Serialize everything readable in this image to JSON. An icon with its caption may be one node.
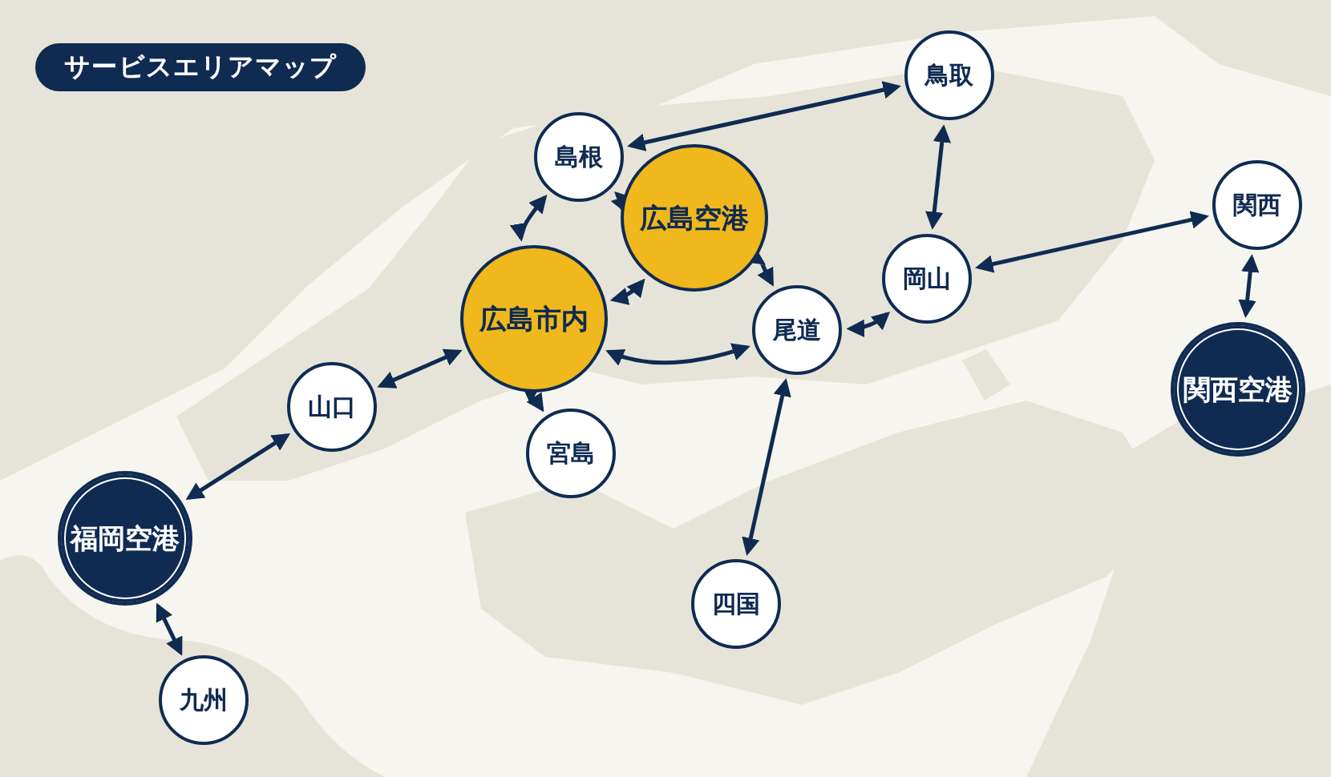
{
  "diagram": {
    "title": "サービスエリアマップ",
    "nodes": [
      {
        "text": [
          "島根"
        ]
      },
      {
        "text": [
          "広島空港"
        ]
      },
      {
        "text": [
          "鳥取"
        ]
      },
      {
        "text": [
          "関西"
        ]
      },
      {
        "text": [
          "岡山"
        ]
      },
      {
        "text": [
          "広島市内"
        ]
      },
      {
        "text": [
          "尾道"
        ]
      },
      {
        "text": [
          "関西空港"
        ]
      },
      {
        "text": [
          "山口"
        ]
      },
      {
        "text": [
          "宮島"
        ]
      },
      {
        "text": [
          "福岡空港"
        ]
      },
      {
        "text": [
          "四国"
        ]
      },
      {
        "text": [
          "九州"
        ]
      }
    ],
    "edges": [
      {
        "from": 0,
        "to": 2,
        "arrow": "both"
      },
      {
        "from": 0,
        "to": 5,
        "arrow": "both"
      },
      {
        "from": 0,
        "to": 1,
        "arrow": "both"
      },
      {
        "from": 1,
        "to": 6,
        "arrow": "both"
      },
      {
        "from": 5,
        "to": 1,
        "arrow": "both"
      },
      {
        "from": 5,
        "to": 6,
        "arrow": "both"
      },
      {
        "from": 2,
        "to": 4,
        "arrow": "both"
      },
      {
        "from": 4,
        "to": 3,
        "arrow": "both"
      },
      {
        "from": 3,
        "to": 7,
        "arrow": "both"
      },
      {
        "from": 6,
        "to": 4,
        "arrow": "both"
      },
      {
        "from": 6,
        "to": 11,
        "arrow": "both"
      },
      {
        "from": 5,
        "to": 8,
        "arrow": "both"
      },
      {
        "from": 5,
        "to": 9,
        "arrow": "both"
      },
      {
        "from": 8,
        "to": 10,
        "arrow": "both"
      },
      {
        "from": 10,
        "to": 12,
        "arrow": "both"
      }
    ]
  }
}
